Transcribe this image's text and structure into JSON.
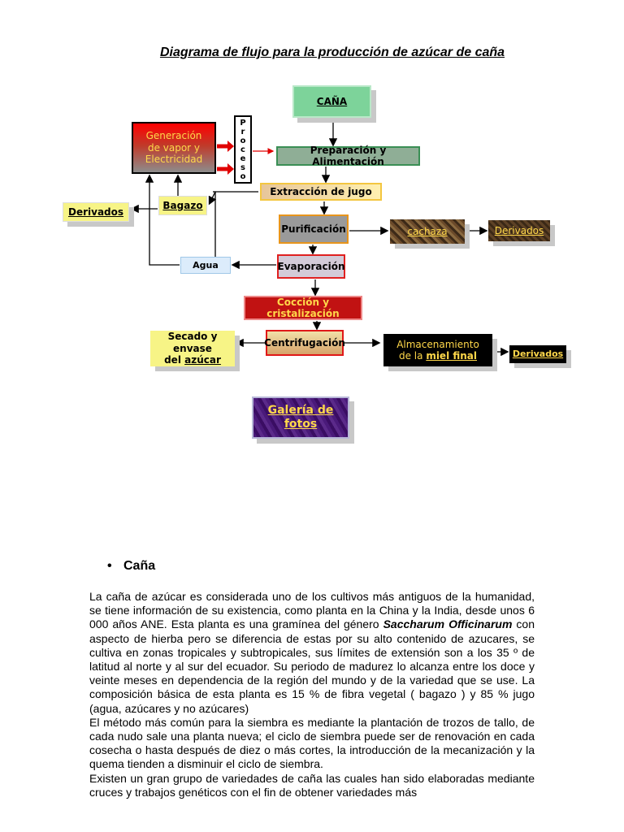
{
  "title": "Diagrama de flujo para la producción de azúcar de caña",
  "diagram": {
    "cana": "CAÑA",
    "generacion": [
      "Generación",
      "de vapor y",
      "Electricidad"
    ],
    "proceso": [
      "P",
      "r",
      "o",
      "c",
      "e",
      "s",
      "o"
    ],
    "preparacion": "Preparación y Alimentación",
    "extraccion": "Extracción de jugo",
    "purificacion": "Purificación",
    "evaporacion": "Evaporación",
    "bagazo": "Bagazo",
    "agua": "Agua",
    "derivados_1": "Derivados",
    "cachaza": "cachaza",
    "derivados_2": "Derivados",
    "coccion": "Cocción y cristalización",
    "centrifugacion": "Centrifugación",
    "secado_1": "Secado y envase",
    "secado_2": "del ",
    "secado_link": "azúcar",
    "almacenamiento_1": "Almacenamiento",
    "almacenamiento_2": "de la ",
    "almacenamiento_link": "miel final",
    "derivados_3": "Derivados",
    "galeria_1": "Galería de",
    "galeria_2": "fotos"
  },
  "section": {
    "bullet": "•",
    "heading": "Caña",
    "p1_a": "La caña de azúcar es considerada uno de los cultivos más antiguos de la humanidad, se tiene información de su existencia, como planta en la China y la India, desde unos 6 000 años ANE. Esta planta es una gramínea del género ",
    "p1_bold": "Saccharum Officinarum",
    "p1_b": " con aspecto de hierba pero se diferencia de estas por su alto contenido de azucares, se cultiva en zonas tropicales y subtropicales, sus límites de extensión son a los 35 º de latitud al norte y al sur del ecuador. Su periodo de madurez lo alcanza entre los doce y veinte meses en dependencia de la región del mundo y de la variedad que se use. La composición básica de esta planta es 15 % de fibra vegetal ( bagazo )  y 85 % jugo (agua, azúcares  y no azúcares)",
    "p2": "El método más común para la siembra es mediante la plantación de trozos de tallo, de cada nudo sale una planta nueva; el ciclo de siembra puede ser de renovación en cada cosecha o hasta después de diez o más cortes, la introducción de la mecanización y la quema tienden a disminuir el ciclo de siembra.",
    "p3": "Existen un gran grupo de variedades de caña las cuales han sido elaboradas mediante cruces y trabajos genéticos con el fin de obtener variedades más"
  }
}
